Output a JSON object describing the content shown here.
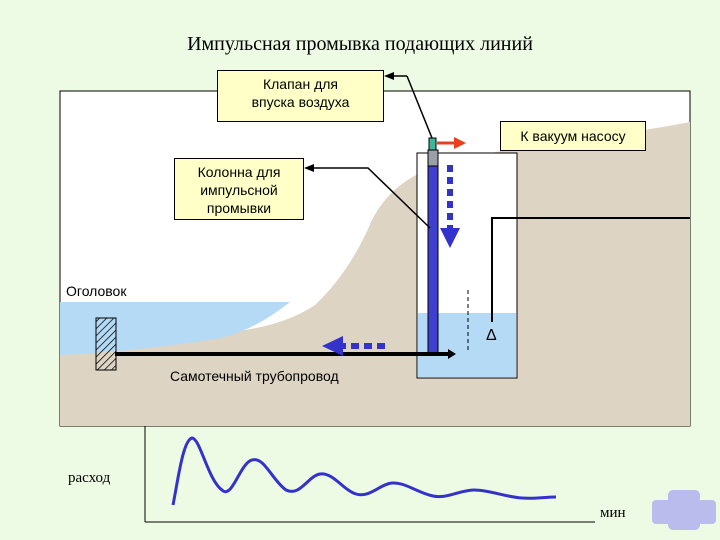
{
  "title": "Импульсная промывка подающих линий",
  "callouts": {
    "air_valve": "Клапан для впуска воздуха",
    "vacuum_pump": "К вакуум насосу",
    "flush_column": "Колонна для импульсной промывки"
  },
  "labels": {
    "headwork": "Оголовок",
    "gravity_pipeline": "Самотечный трубопровод",
    "level_marker": "Δ"
  },
  "graph": {
    "y_label": "расход",
    "x_label": "мин"
  },
  "colors": {
    "background": "#eefbe4",
    "ground": "#ddd4c3",
    "water": "#b4daf6",
    "column": "#3f3fd0",
    "flow_arrow": "#3333cc",
    "vacuum_arrow": "#e8401a",
    "callout_fill": "#ffffc8"
  }
}
